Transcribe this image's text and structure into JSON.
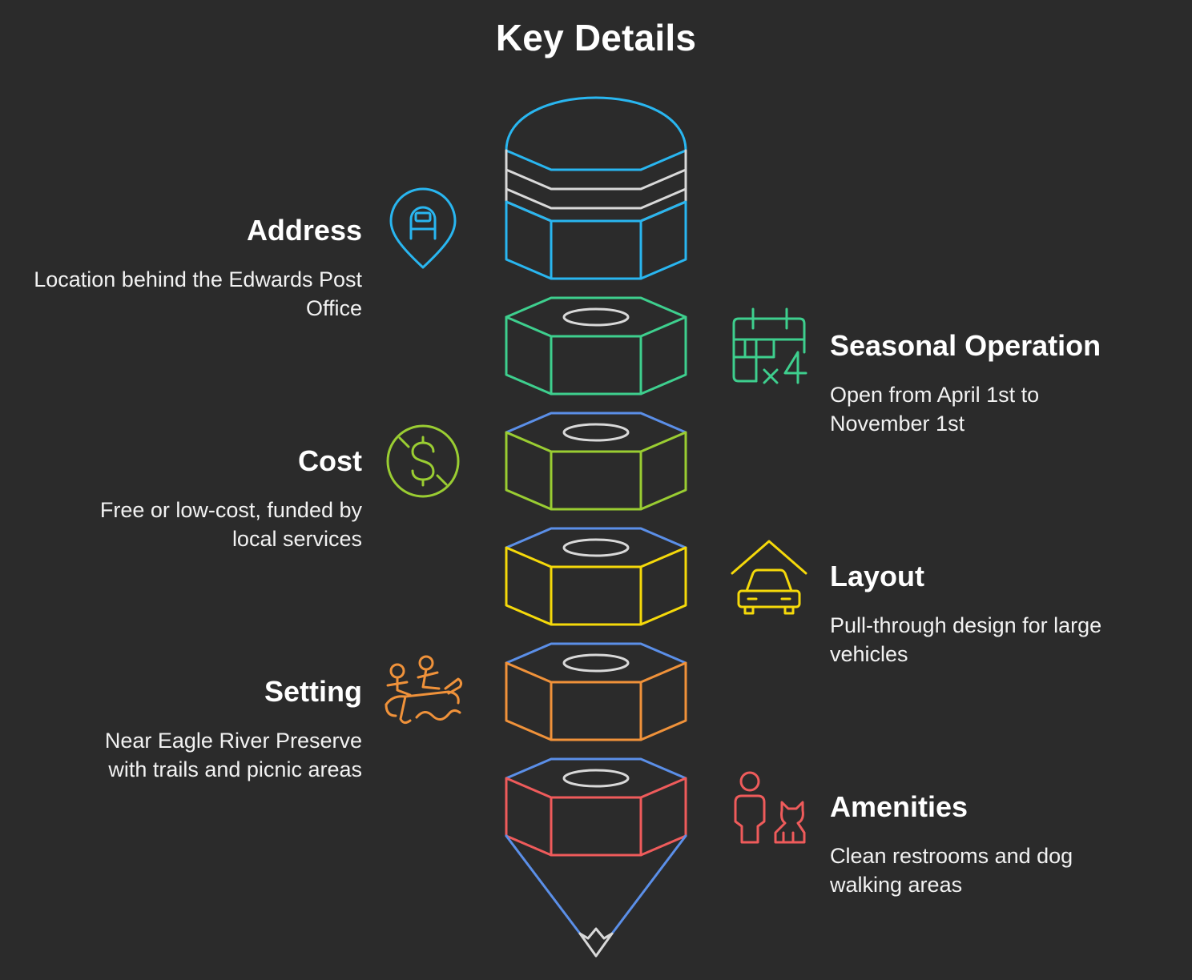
{
  "title": "Key Details",
  "colors": {
    "background": "#2b2b2b",
    "address": "#29b6f0",
    "seasonal": "#3ecf8e",
    "cost": "#9acd32",
    "layout": "#f5d90a",
    "setting": "#f0923a",
    "amenities": "#ef5b5b",
    "cap": "#5b8fe8",
    "rings": "#d9d9d9"
  },
  "items": [
    {
      "key": "address",
      "side": "left",
      "title": "Address",
      "description": "Location behind the Edwards Post Office",
      "icon": "mailbox-location-pin-icon"
    },
    {
      "key": "seasonal",
      "side": "right",
      "title": "Seasonal Operation",
      "description": "Open from April 1st to November 1st",
      "icon": "calendar-icon"
    },
    {
      "key": "cost",
      "side": "left",
      "title": "Cost",
      "description": "Free or low-cost, funded by local services",
      "icon": "dollar-coin-icon"
    },
    {
      "key": "layout",
      "side": "right",
      "title": "Layout",
      "description": "Pull-through design for large vehicles",
      "icon": "car-garage-icon"
    },
    {
      "key": "setting",
      "side": "left",
      "title": "Setting",
      "description": "Near Eagle River Preserve with trails and picnic areas",
      "icon": "rafting-icon"
    },
    {
      "key": "amenities",
      "side": "right",
      "title": "Amenities",
      "description": "Clean restrooms and dog walking areas",
      "icon": "person-dog-icon"
    }
  ]
}
